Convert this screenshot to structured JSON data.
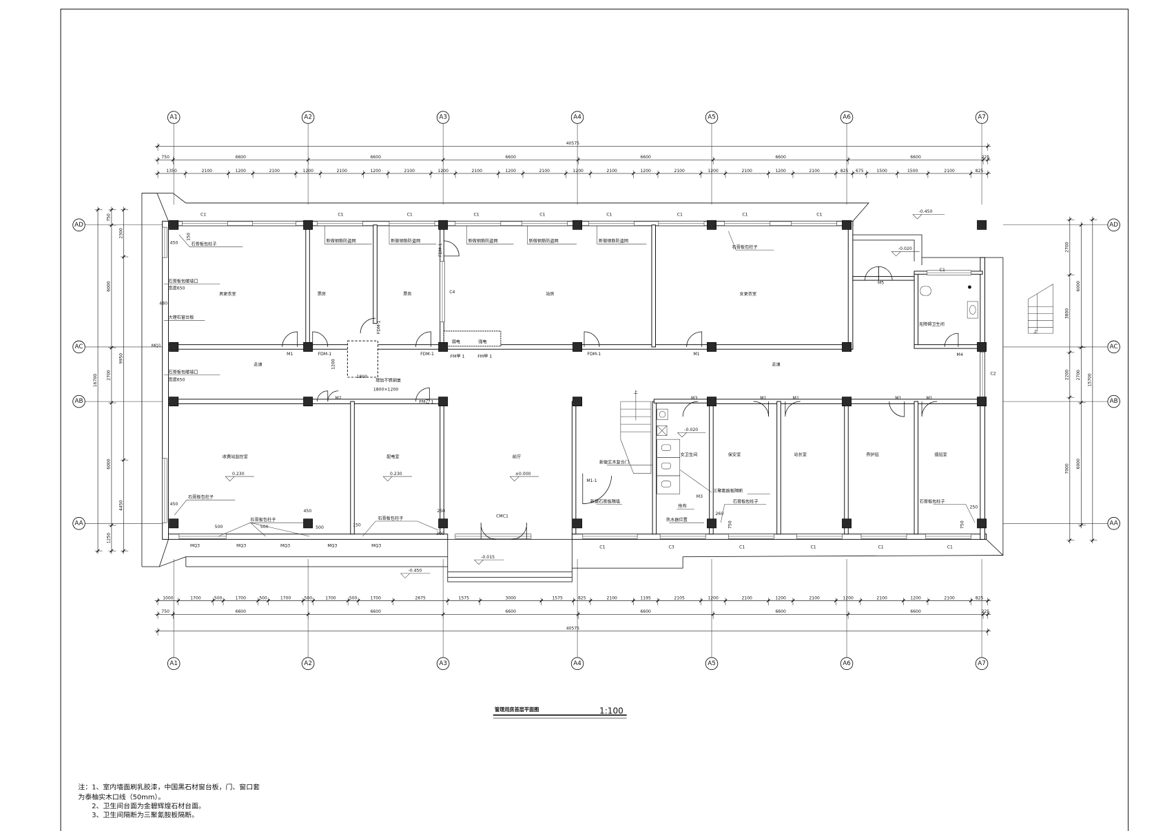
{
  "title": {
    "name": "管理用房首层平面图",
    "scale": "1:100"
  },
  "axes": {
    "columns": [
      "A1",
      "A2",
      "A3",
      "A4",
      "A5",
      "A6",
      "A7"
    ],
    "rows": [
      "AD",
      "AC",
      "AB",
      "AA"
    ]
  },
  "dims": {
    "top_total": [
      "40575"
    ],
    "top_main": [
      "750",
      "6600",
      "6600",
      "6600",
      "6600",
      "6600",
      "6600",
      "225"
    ],
    "top_detail": [
      "1350",
      "2100",
      "1200",
      "2100",
      "1200",
      "2100",
      "1200",
      "2100",
      "1200",
      "2100",
      "1200",
      "2100",
      "1200",
      "2100",
      "1200",
      "2100",
      "1200",
      "2100",
      "1200",
      "2100",
      "825",
      "675",
      "1500",
      "1500",
      "2100",
      "825"
    ],
    "bottom_detail": [
      "1000",
      "1700",
      "500",
      "1700",
      "500",
      "1700",
      "500",
      "1700",
      "500",
      "1700",
      "2675",
      "1575",
      "3000",
      "1575",
      "825",
      "2100",
      "1195",
      "2105",
      "1200",
      "2100",
      "1200",
      "2100",
      "1200",
      "2100",
      "1200",
      "2100",
      "825"
    ],
    "bottom_main": [
      "750",
      "6600",
      "6600",
      "6600",
      "6600",
      "6600",
      "6600",
      "225"
    ],
    "bottom_total": [
      "40575"
    ],
    "left_outer": [
      "750",
      "6000",
      "2700",
      "6000",
      "1250"
    ],
    "left_inner": [
      "2300",
      "9950",
      "4450"
    ],
    "left_total": [
      "16700"
    ],
    "right_a": [
      "2700",
      "3800",
      "2200",
      "7000"
    ],
    "right_b": [
      "6000",
      "2700",
      "6000"
    ],
    "right_total": [
      "15700"
    ]
  },
  "rooms": {
    "men_locker": "男更衣室",
    "ticket_room": "票房",
    "ticket_office": "票务",
    "station_room": "站房",
    "women_locker": "女更衣室",
    "corridor_left": "走道",
    "corridor_right": "走道",
    "accessible_wc": "无障碍卫生间",
    "toll_monitor": "收费站监控室",
    "power_room": "配电室",
    "lobby": "前厅",
    "security": "保安室",
    "stationmaster": "站长室",
    "maintenance": "养护班",
    "duty_room": "值班室",
    "women_wc": "女卫生间",
    "weak_power": "弱电",
    "strong_power": "强电"
  },
  "annotations": {
    "anti_theft_net": "新做钢筋防盗网",
    "gypsum_column": "石膏板包柱子",
    "gypsum_heater": "石膏板包暖墙口",
    "width_650": "宽度650",
    "marble_sill": "大理石窗台板",
    "steel_cover": "增加不锈钢盖",
    "steel_cover_size": "1800×1200",
    "new_door": "新做实木复合门",
    "new_partition": "新建石膏板隔墙",
    "melamine_partition": "三聚氰胺板隔断",
    "mop": "拖布",
    "heater_position": "热水器位置",
    "stair_up": "上"
  },
  "doors": {
    "m1": "M1",
    "fdm1": "FDM-1",
    "m2": "M2",
    "fm_b1": "FM乙 1",
    "fm_a1": "FM甲 1",
    "m3": "M3",
    "m1_1": "M1-1",
    "m5": "M5",
    "m4": "M4",
    "mq1": "MQ1",
    "cmc1": "CMC1",
    "mq3": "MQ3"
  },
  "windows": {
    "c1": "C1",
    "c2": "C2",
    "c3": "C3",
    "c4": "C4"
  },
  "elevations": {
    "outdoor_ne": "-0.450",
    "vestibule": "-0.020",
    "wc": "-0.020",
    "monitor": "0.230",
    "power": "0.230",
    "lobby": "±0.000",
    "entry": "-0.015",
    "outdoor_s": "-0.450"
  },
  "small_dims": {
    "d450": "450",
    "d150": "150",
    "d480": "480",
    "d500": "500",
    "d250": "250",
    "d300": "300",
    "d260": "260",
    "d750": "750",
    "d1200": "1200",
    "d1800": "1800"
  },
  "notes": [
    "注：1、室内墙面刷乳胶漆，中国黑石材窗台板，门、窗口套",
    "为泰柚实木口线（50mm）。",
    "2、卫生间台面为金碧辉煌石材台面。",
    "3、卫生间隔断为三聚氰胺板隔断。"
  ]
}
